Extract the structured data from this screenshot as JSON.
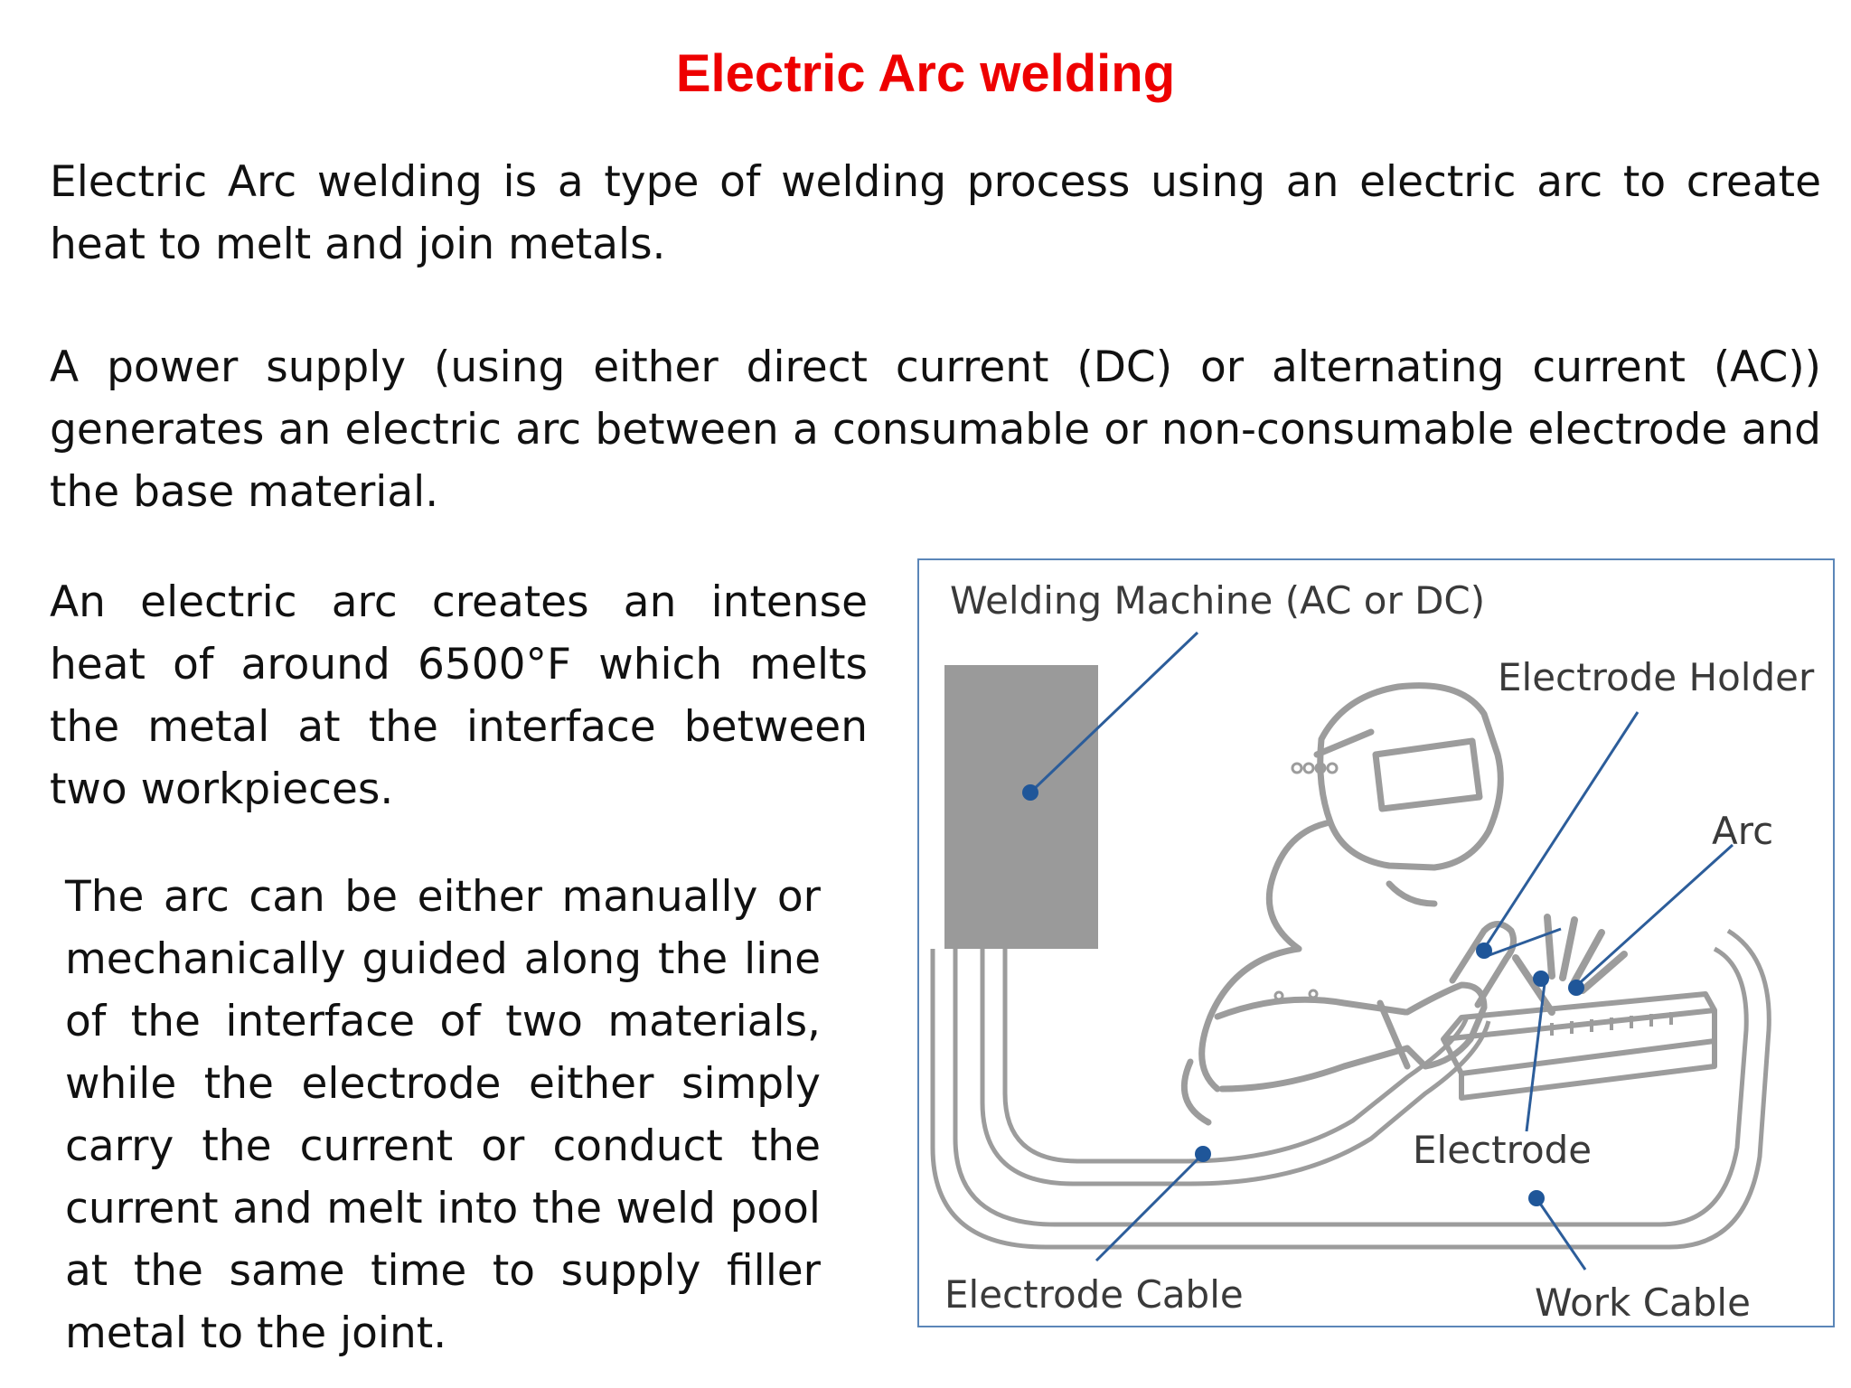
{
  "title": "Electric Arc welding",
  "paragraphs": {
    "p1": "Electric Arc welding is a type of welding process using an electric arc to create heat to melt and join metals.",
    "p2": "A power supply (using either direct current (DC) or alternating current (AC)) generates an electric arc between a consumable or non-consumable electrode and the base material.",
    "p3": "An electric arc creates an intense heat of around 6500°F which melts the metal at the interface between two workpieces.",
    "p4": "The arc can be either manually or mechanically guided along the line of the interface of two materials, while the electrode either simply carry the current or conduct the current and melt into the weld pool at the same time to supply filler metal to the joint."
  },
  "diagram": {
    "labels": {
      "welding_machine": "Welding Machine (AC or DC)",
      "electrode_holder": "Electrode Holder",
      "arc": "Arc",
      "electrode": "Electrode",
      "electrode_cable": "Electrode Cable",
      "work_cable": "Work Cable"
    },
    "colors": {
      "border": "#5b86b8",
      "machine_fill": "#9a9a9a",
      "outline": "#9c9c9c",
      "leader_line": "#2c5d9a",
      "leader_dot": "#1f5699",
      "label_text": "#3a3a3a",
      "title_red": "#ee0000"
    }
  }
}
